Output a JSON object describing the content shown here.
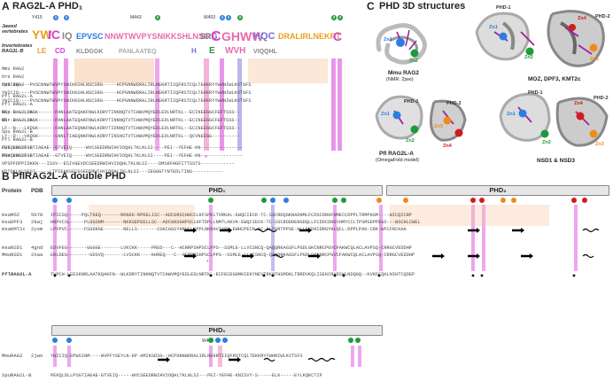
{
  "panelA": {
    "letter": "A",
    "title": "RAG2L-A PHD₁",
    "group_jawed": "Jawed vertebrates",
    "group_invert": "Invertebrates RAG2L-B",
    "residue_labels": [
      "Y415",
      "M443",
      "W453"
    ],
    "markers": [
      "1",
      "1",
      "2",
      "1",
      "1",
      "2",
      "2",
      "2"
    ],
    "rows": [
      {
        "name": "Mmu RAG2",
        "seq": "YWICIQ----PVSCNNWTWVPYSNIKKSHLNSCSRG-----HCPGNNWDRALIRLNEKRTIIQFRSTCQLTEKKRYYWHNIWLKVTSFS"
      },
      {
        "name": "Ore RAG2",
        "seq": "YWICIQ----PVSCNNWTWVPYSNIKKSHLNSCSRG-----HCPGNNWDRALIRLNEKRTIIQFRSTCQLTEKKRYYWHNIWLKVTSFS"
      },
      {
        "name": "Cpu RAG2",
        "seq": "YWICIQ----PVSCNNWTWVPYSNIKKSHLNSCSRG-----HCPGNNWDRALIRLNEKRTIIQFRSTCQLTEKKRYYWHNIWLKVTSFS"
      },
      {
        "name": "Pfl RAG2L-A",
        "seq": "WE--S---LDGGK------PANLAATEQAKFNWLKDRYTINNNQTVTCHWVMQYEDLEDLNRTKL--ECINEEGGCFEFTSSS--"
      },
      {
        "name": "Pfl RAG2L-A",
        "seq": "WE--D---LDGGK------PANLAATEQAKFNWLKDRYTINNNQTVTCHWVMQYEDLEDLNRTKL--ECINEEGGCFEFTSSS--"
      },
      {
        "name": "Osp RAG2L-A",
        "seq": "LF--N---LKDGK------FANLAATEQNKFNWLKDRYTIDNNQTVTCHWVMQYEDLEDLNRTKL--ECINEEGGCFEFTSSS--"
      },
      {
        "name": "Obr RAG2L-A",
        "seq": "LY--D---VKDGK------LNNLTIAEQNKFNWLKDRYTINSNSTVTCHWVMQYEDLEDLNRTKL--QCVNEEGG----------"
      },
      {
        "name": "Spu RAG2L-B",
        "seq": "PEKQLDLLPSGTIAEAE--GTVEIQ-----WVCSEEDRWIHVIOQHLTKLNLSI----PEI--YEFHE-KN---------------"
      },
      {
        "name": "Pfl RAG2L-B",
        "seq": "PEKQLDLLPSGTIAEAE--GTVEIQ-----WVCSEEDRWIHVIOQHLTKLNLSI----PEI--YEFHE-KN---------------"
      },
      {
        "name": "Cvi RAG2L-B",
        "seq": "VPSPFDPPIDKKN---ISSV--ESIVGEVDCSEEDRWIHVIOQHLTKLNLSI----DMSKFHGFITTSSTS------------"
      },
      {
        "name": "Aau RAG2L-B",
        "seq": "KDTQKLKLSEGT-----LTPIEKKSECGSEEDRWIHVIOQHLTKLNLSI---IEGGGTYNTEDLTINS-----------"
      }
    ]
  },
  "panelB": {
    "letter": "B",
    "title": "PflRAG2L-A double PHD",
    "col_protein": "Protein",
    "col_pdb": "PDB",
    "phd1": "PHD₁",
    "phd2": "PHD₂",
    "w453": "W453",
    "block1": [
      {
        "name": "HsaMOZ",
        "pdb": "5b78",
        "seq": "IPICSQ-----PQLTKEQ-------RKNEK-RPEELISC--ADCGRSCHHCCLKFSPELTVRKAL-EWQCIECK-TC-SSCRDQGKNADNMLFCDSCDRGFHMECCDPPLTRMPKGM----WICQICRP"
      },
      {
        "name": "HsaDPF3",
        "pdb": "2kwj",
        "seq": "HNPVCSL-----PLGGSNM-------NKKSEPEELLSC--ADCGNSGHPSCLKFTDPLLNMTLAKVK-EWQCIECK-TC-SSCRDDDENGDQLLFCDDCDRGYHMYCCLTPSMSEPPEGS---WSCHLCWEL"
      },
      {
        "name": "HsaKMT2c",
        "pdb": "2ysm",
        "seq": "LPFPVC------FSGDKGE-------NELLS-------CGKCGGSYHRVCLKPPLNKRAVIAPK-EWHCPECN-SC-SLCGRTPPSE-HLLFCDKCDRGYHLQCL-DPPLPAG-CRK-WFCFRCKAA"
      }
    ],
    "block2": [
      {
        "name": "HsaNSD1",
        "pdb": "4gnd",
        "seq": "EDVFEG-------GGGGE-------LVKCKK-----PRED---C--HCRRPSHPSCLPPS--SSMLE-LLVCSNCQ-QAQQRKAGSFLPGDLGKCNRCPGVCFAKWCQLACLAVPSQ-CRRGCVEDDHP"
      },
      {
        "name": "MmuNSD1",
        "pdb": "2naa",
        "seq": "ERLDEG--------GDSVQ-------LVSCKK----KHREQ---C--HCRRPSHPSCLPPS--SSMLE-LLVCSNCQ-QAQQRKAGSFLPGDLGKCNRCPGVCFAKWCQLACLAVPSQ-CRRGCVEDDHP"
      },
      {
        "name": "PflRAG2L-A",
        "pdb": "",
        "seq": "TWPCH-LEESKNRLAATKQAKFN--WLKDRYTINNNQTVTCHWVMQYEDLEDLNRTKL-ECFECEGGMKIEKYNEVTRKQTHSMDKLTRRDVKQLISEKCRHDSWLNDQGQ--KVKFCQKLNIHTCQDEP"
      }
    ],
    "block3": [
      {
        "name": "MmuRAG2",
        "pdb": "2jwo",
        "seq": "YWICIQ-EPWSINM----WVPFYSEYLN-KP-AMIKSDSG--HCPGNNWDRALIRLNEKRTIIQFRSTCQLTEKKRYYWHNIWLKVTSFS"
      },
      {
        "name": "SpuRAG2L-B",
        "pdb": "",
        "seq": "PEKQLDLLPSGTIAEAE-GTVEIQ-----WVCSEEDRWIHVIOQHLTKLNLSI---PEI-YEFHE-KNISVY-S-----ELK-----EYLKQKCTIP"
      }
    ]
  },
  "panelC": {
    "letter": "C",
    "title": "PHD 3D structures",
    "cap_mmu": "Mmu RAG2",
    "cap_mmu_sub": "(NMR: 2jwo)",
    "cap_moz": "MOZ, DPF3, KMT2c",
    "cap_pfl": "Pfl RAG2L-A",
    "cap_pfl_sub": "(OmegaFold model)",
    "cap_nsd": "NSD1 & NSD3",
    "labels": {
      "phd1": "PHD-1",
      "phd2": "PHD-2",
      "zn1": "Zn1",
      "zn2": "Zn2",
      "zn3": "Zn3",
      "zn4": "Zn4"
    }
  },
  "colors": {
    "cys": "#d63fd6",
    "his": "#7a6fd6",
    "trp": "#e86ab0",
    "hydro": "#f5c6a0",
    "zn1": "#2a7de1",
    "zn2": "#1f9a3a",
    "zn3": "#f08a1c",
    "zn4": "#d01c1c"
  }
}
